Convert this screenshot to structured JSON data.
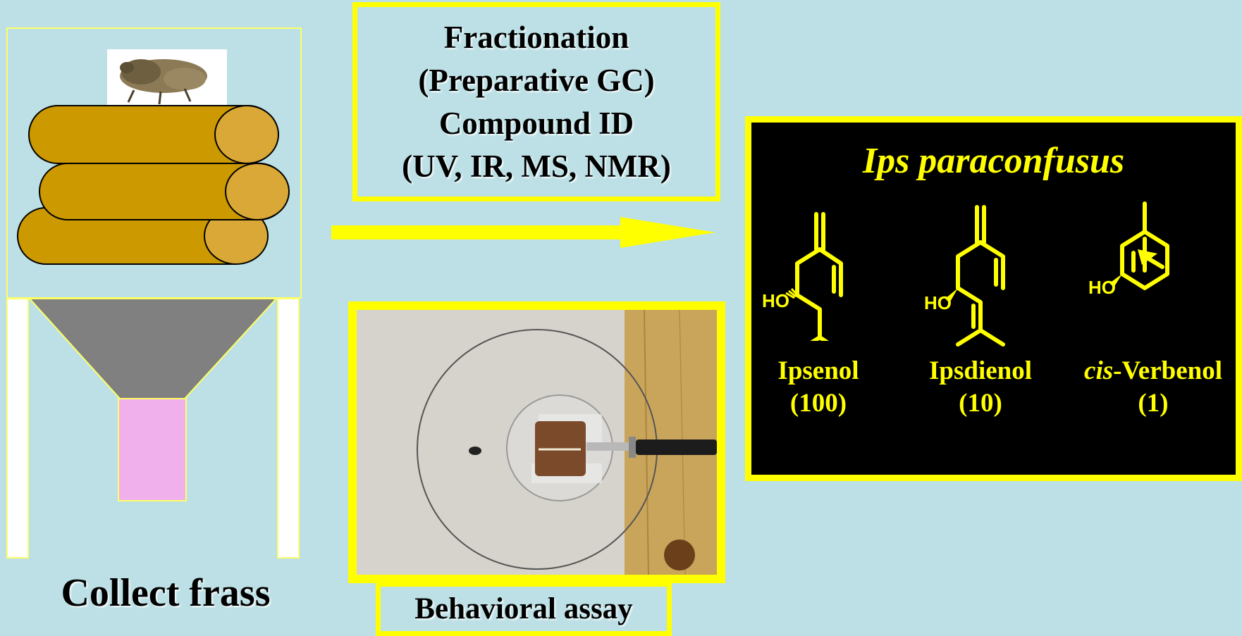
{
  "collect": {
    "label": "Collect frass"
  },
  "fractionation": {
    "lines": [
      "Fractionation",
      "(Preparative GC)",
      "Compound ID",
      "(UV, IR, MS, NMR)"
    ]
  },
  "assay": {
    "label": "Behavioral assay"
  },
  "species": {
    "name": "Ips paraconfusus",
    "compounds": [
      {
        "name": "Ipsenol",
        "ratio": "(100)",
        "structure_label": "HO"
      },
      {
        "name": "Ipsdienol",
        "ratio": "(10)",
        "structure_label": "HO"
      },
      {
        "name_prefix": "cis",
        "name": "-Verbenol",
        "ratio": "(1)",
        "structure_label": "HO"
      }
    ]
  },
  "colors": {
    "highlight": "#ffff00",
    "background": "#bce0e5",
    "log": "#cc9900",
    "funnel": "#808080",
    "collector": "#f0b0ec"
  }
}
